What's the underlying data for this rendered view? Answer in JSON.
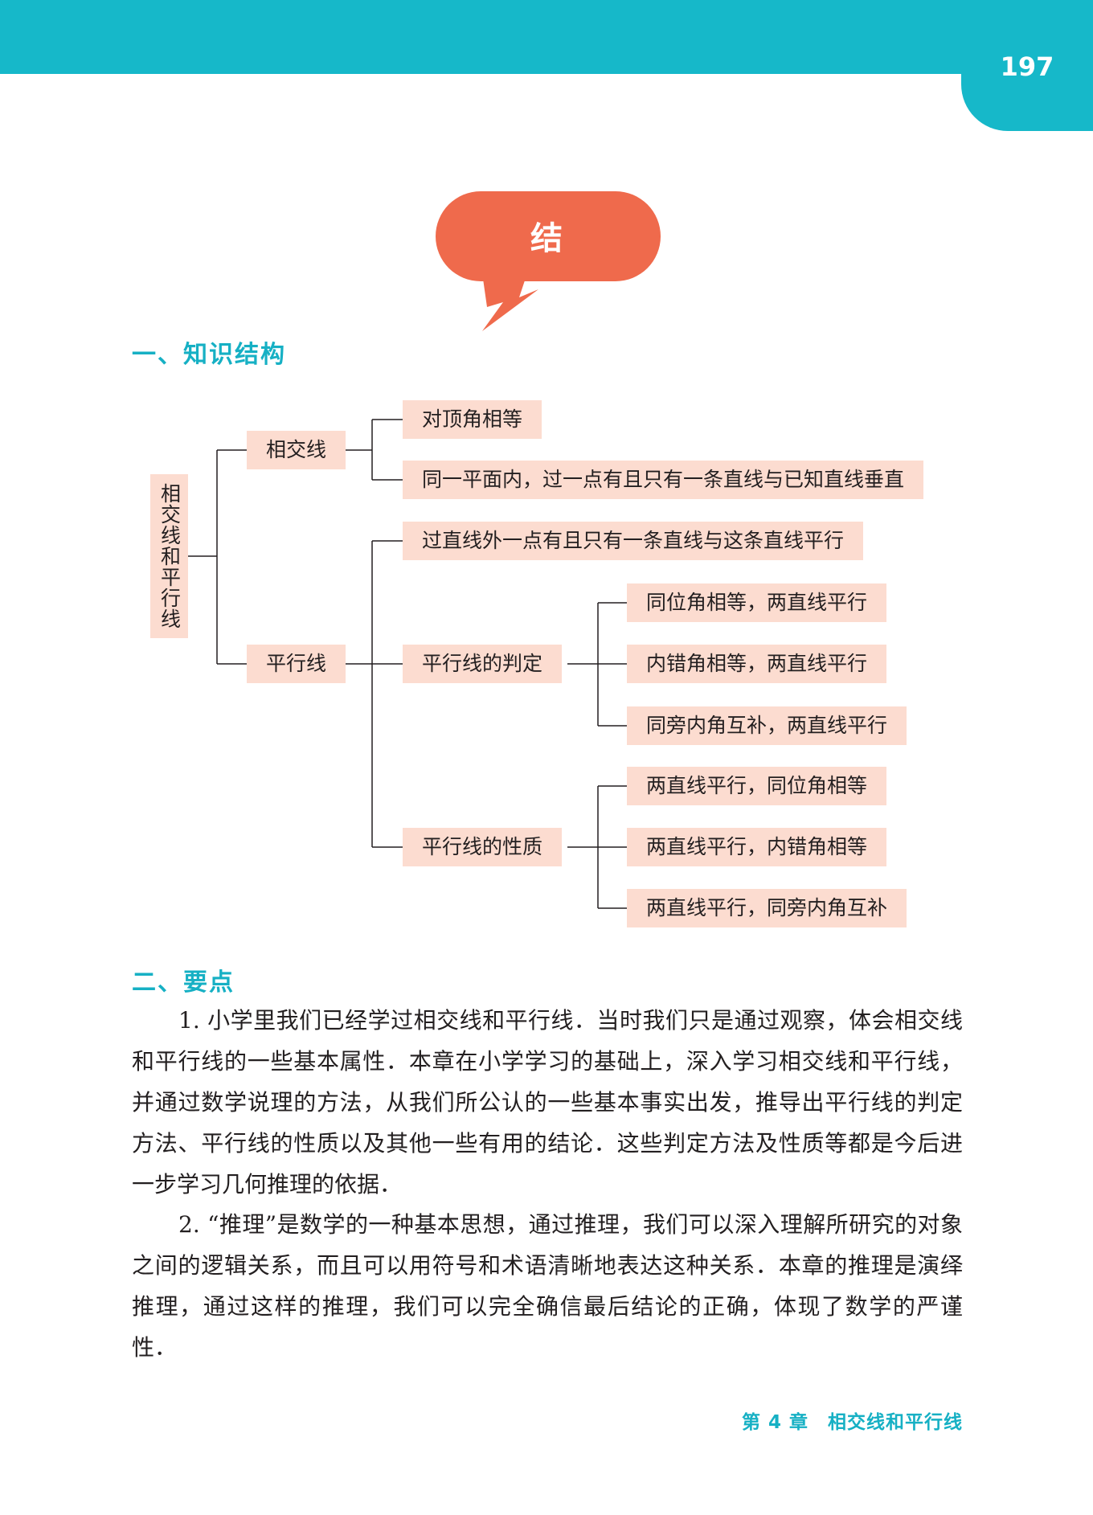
{
  "page_number": "197",
  "bubble": {
    "label": "结"
  },
  "section1": {
    "heading": "一、知识结构"
  },
  "tree": {
    "root": "相交线和平行线",
    "intersecting": {
      "label": "相交线",
      "items": [
        "对顶角相等",
        "同一平面内，过一点有且只有一条直线与已知直线垂直"
      ]
    },
    "parallel": {
      "label": "平行线",
      "axiom": "过直线外一点有且只有一条直线与这条直线平行",
      "criteria": {
        "label": "平行线的判定",
        "items": [
          "同位角相等，两直线平行",
          "内错角相等，两直线平行",
          "同旁内角互补，两直线平行"
        ]
      },
      "properties": {
        "label": "平行线的性质",
        "items": [
          "两直线平行，同位角相等",
          "两直线平行，内错角相等",
          "两直线平行，同旁内角互补"
        ]
      }
    }
  },
  "section2": {
    "heading": "二、要点",
    "paragraphs": [
      "1. 小学里我们已经学过相交线和平行线．当时我们只是通过观察，体会相交线和平行线的一些基本属性．本章在小学学习的基础上，深入学习相交线和平行线，并通过数学说理的方法，从我们所公认的一些基本事实出发，推导出平行线的判定方法、平行线的性质以及其他一些有用的结论．这些判定方法及性质等都是今后进一步学习几何推理的依据．",
      "2. “推理”是数学的一种基本思想，通过推理，我们可以深入理解所研究的对象之间的逻辑关系，而且可以用符号和术语清晰地表达这种关系．本章的推理是演绎推理，通过这样的推理，我们可以完全确信最后结论的正确，体现了数学的严谨性．"
    ]
  },
  "footer": {
    "text": "第 4 章　相交线和平行线"
  },
  "colors": {
    "teal": "#16b8c9",
    "bubble": "#ef6a4c",
    "node_fill": "#fcdcd0"
  }
}
